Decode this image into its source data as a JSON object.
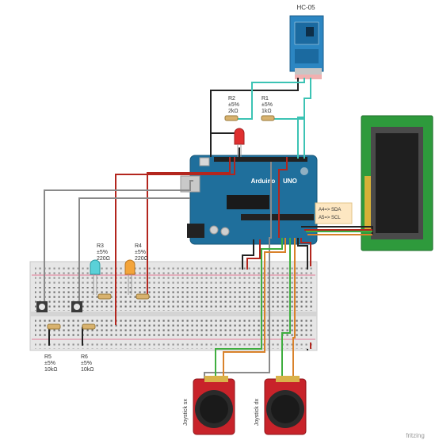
{
  "modules": {
    "bluetooth": {
      "title": "HC-05"
    },
    "lcd_note": {
      "line1": "A4=> SDA",
      "line2": "A5=> SCL"
    },
    "arduino": {
      "brand": "Arduino",
      "model": "UNO"
    },
    "watermark": "fritzing"
  },
  "resistors": [
    {
      "id": "r1",
      "name": "R1",
      "tol": "±5%",
      "value": "1kΩ"
    },
    {
      "id": "r2",
      "name": "R2",
      "tol": "±5%",
      "value": "2kΩ"
    },
    {
      "id": "r3",
      "name": "R3",
      "tol": "±5%",
      "value": "220Ω"
    },
    {
      "id": "r4",
      "name": "R4",
      "tol": "±5%",
      "value": "220Ω"
    },
    {
      "id": "r5",
      "name": "R5",
      "tol": "±5%",
      "value": "10kΩ"
    },
    {
      "id": "r6",
      "name": "R6",
      "tol": "±5%",
      "value": "10kΩ"
    }
  ],
  "joysticks": {
    "left": "Joystick sx",
    "right": "Joystick dx"
  },
  "colors": {
    "wire_black": "#222222",
    "wire_red": "#b3261e",
    "wire_gray": "#8a8a8a",
    "wire_teal": "#3cc3b4",
    "wire_green": "#3fae3f",
    "wire_orange": "#d9822b",
    "arduino_blue": "#1f6f9c",
    "bt_board": "#2c86c2",
    "lcd_green": "#2e9a3c",
    "joystick_red": "#c8232a"
  }
}
